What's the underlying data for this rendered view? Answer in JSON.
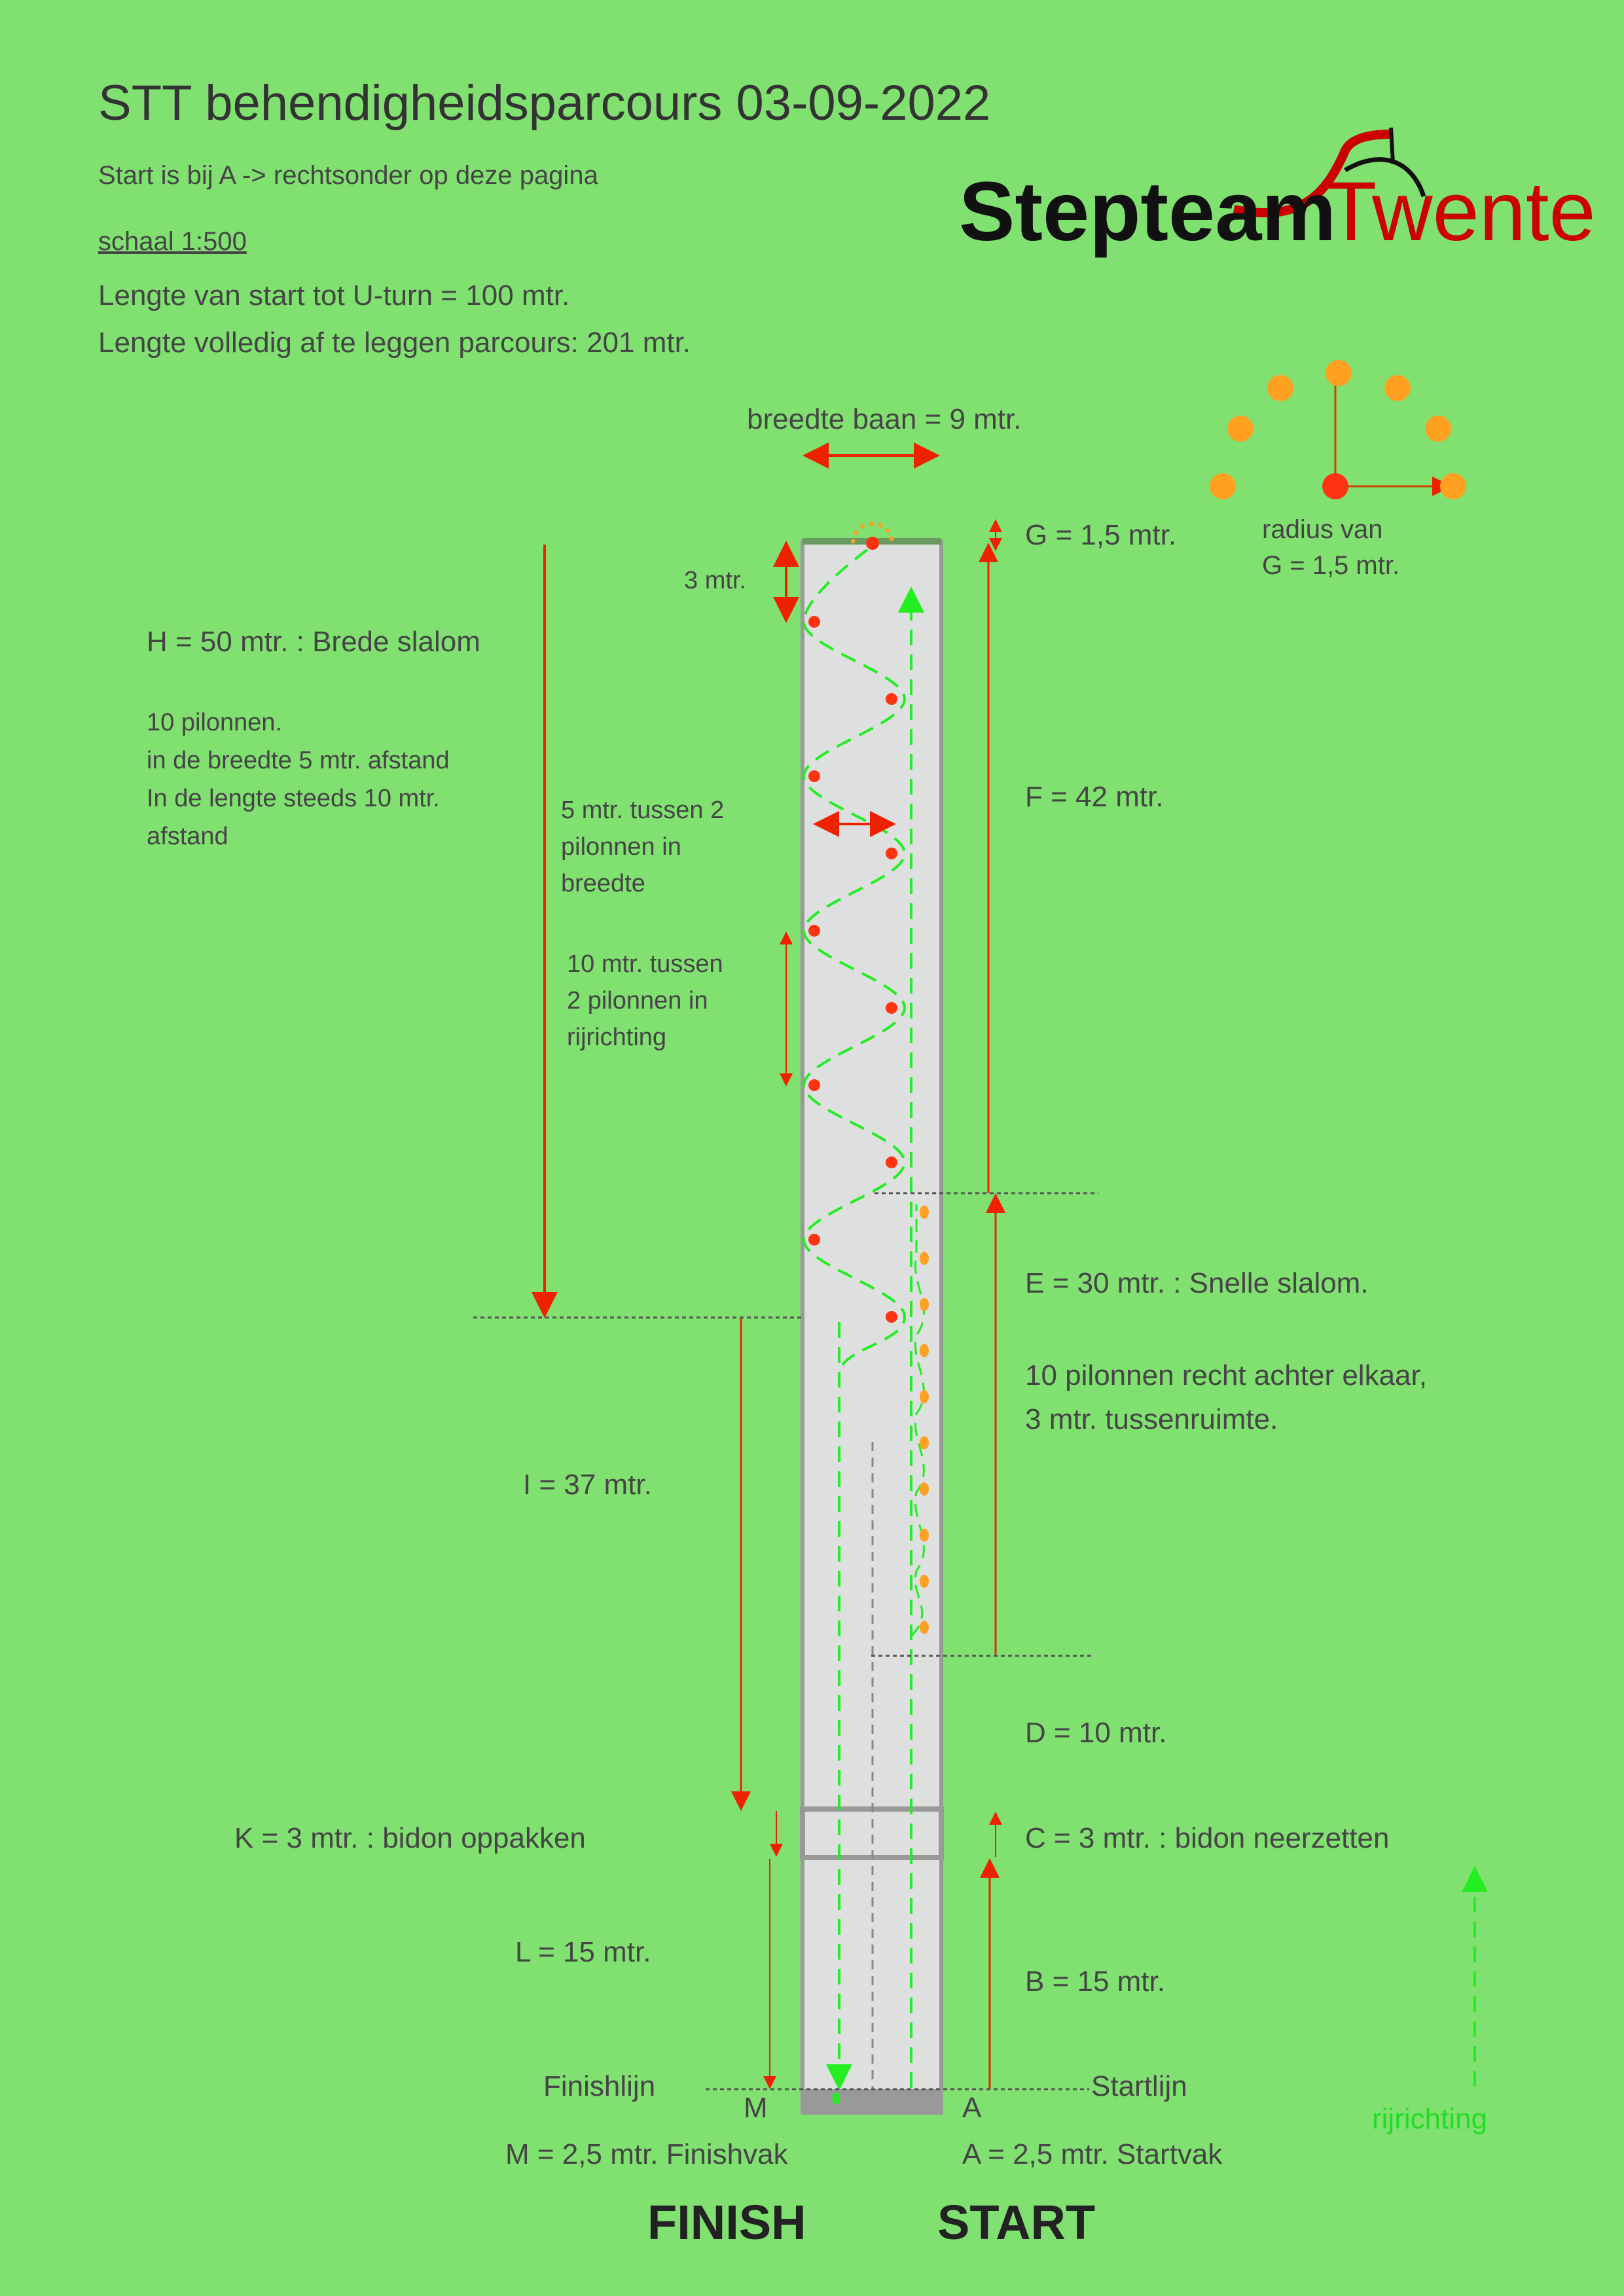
{
  "header": {
    "title": "STT behendigheidsparcours 03-09-2022",
    "start_note": "Start is bij A -> rechtsonder op deze pagina",
    "scale": "schaal 1:500",
    "length_to_uturn": "Lengte van start tot U-turn = 100 mtr.",
    "total_length": "Lengte volledig af te leggen parcours: 201 mtr."
  },
  "logo": {
    "part1": "Stepteam",
    "part2": "Twente"
  },
  "labels": {
    "width": "breedte baan = 9 mtr.",
    "g_top": "G = 1,5 mtr.",
    "radius_line1": "radius van",
    "radius_line2": "G = 1,5 mtr.",
    "three_mtr": "3 mtr.",
    "h": "H = 50 mtr. : Brede slalom",
    "h_notes": [
      "10 pilonnen.",
      "in de breedte 5 mtr. afstand",
      "In de lengte steeds 10 mtr.",
      "afstand"
    ],
    "five_mtr": [
      "5 mtr. tussen 2",
      "pilonnen in",
      "breedte"
    ],
    "ten_mtr": [
      "10 mtr. tussen",
      "2 pilonnen in",
      "rijrichting"
    ],
    "f": "F = 42 mtr.",
    "e": "E = 30 mtr. : Snelle slalom.",
    "e_notes": [
      "10 pilonnen recht achter elkaar,",
      "3 mtr. tussenruimte."
    ],
    "i": "I = 37 mtr.",
    "d": "D = 10 mtr.",
    "c": "C = 3 mtr. : bidon neerzetten",
    "k": "K = 3 mtr. : bidon oppakken",
    "l": "L = 15 mtr.",
    "b": "B = 15 mtr.",
    "finishlijn": "Finishlijn",
    "startlijn": "Startlijn",
    "m": "M",
    "a": "A",
    "m_desc": "M = 2,5 mtr.  Finishvak",
    "a_desc": "A = 2,5 mtr.  Startvak",
    "finish": "FINISH",
    "start": "START",
    "direction": "rijrichting"
  },
  "course": {
    "wide_slalom_pylons": 10,
    "fast_slalom_pylons": 10
  },
  "colors": {
    "background": "#80e070",
    "lane": "#dde0de",
    "arrow": "#ee2200",
    "pylon_red": "#ff3311",
    "pylon_orange": "#ffa020",
    "path": "#22ee22"
  }
}
